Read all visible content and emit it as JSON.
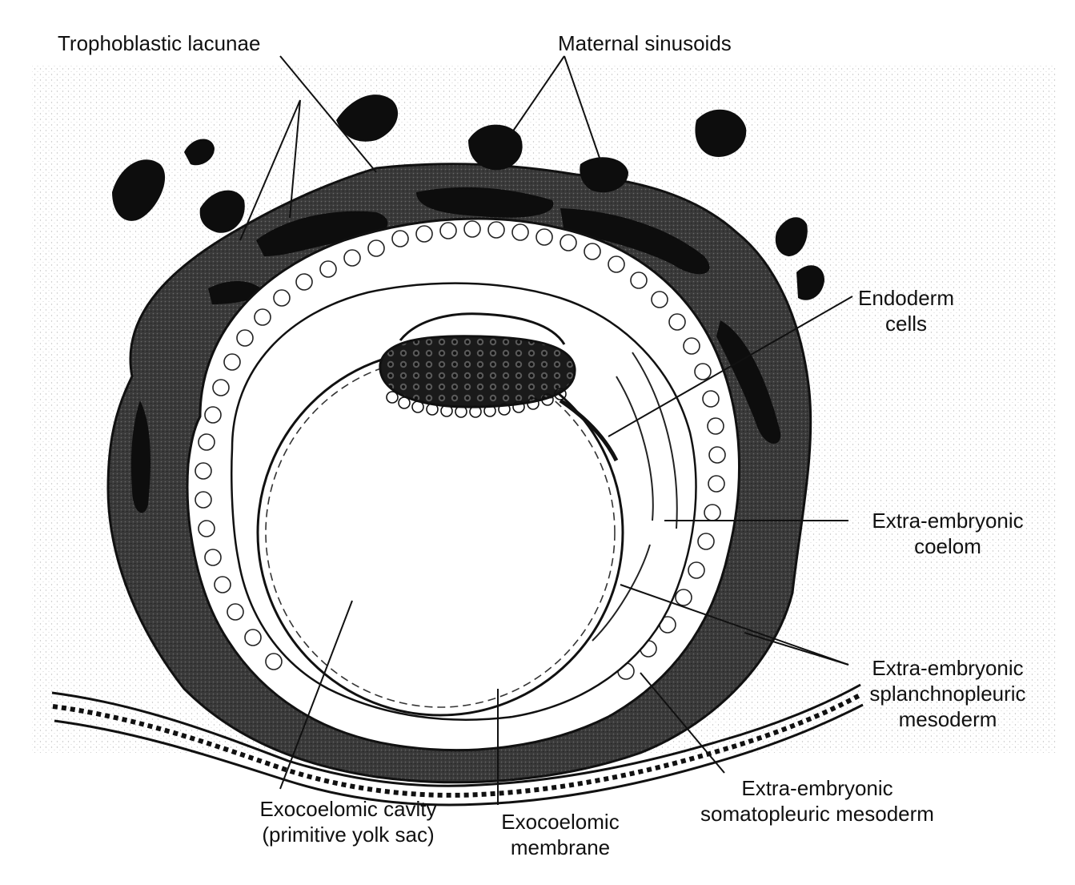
{
  "labels": {
    "trophoblastic_lacunae": "Trophoblastic lacunae",
    "maternal_sinusoids": "Maternal sinusoids",
    "endoderm_cells": [
      "Endoderm",
      "cells"
    ],
    "extra_embryonic_coelom": [
      "Extra-embryonic",
      "coelom"
    ],
    "splanchnopleuric_mesoderm": [
      "Extra-embryonic",
      "splanchnopleuric",
      "mesoderm"
    ],
    "somatopleuric_mesoderm": [
      "Extra-embryonic",
      "somatopleuric mesoderm"
    ],
    "exocoelomic_cavity": [
      "Exocoelomic cavity",
      "(primitive yolk sac)"
    ],
    "exocoelomic_membrane": [
      "Exocoelomic",
      "membrane"
    ]
  },
  "colors": {
    "ink": "#111111",
    "trophoblast": "#3a3a3a",
    "sinusoid": "#0d0d0d",
    "paper": "#ffffff",
    "stipple": "#9a9a9a"
  }
}
